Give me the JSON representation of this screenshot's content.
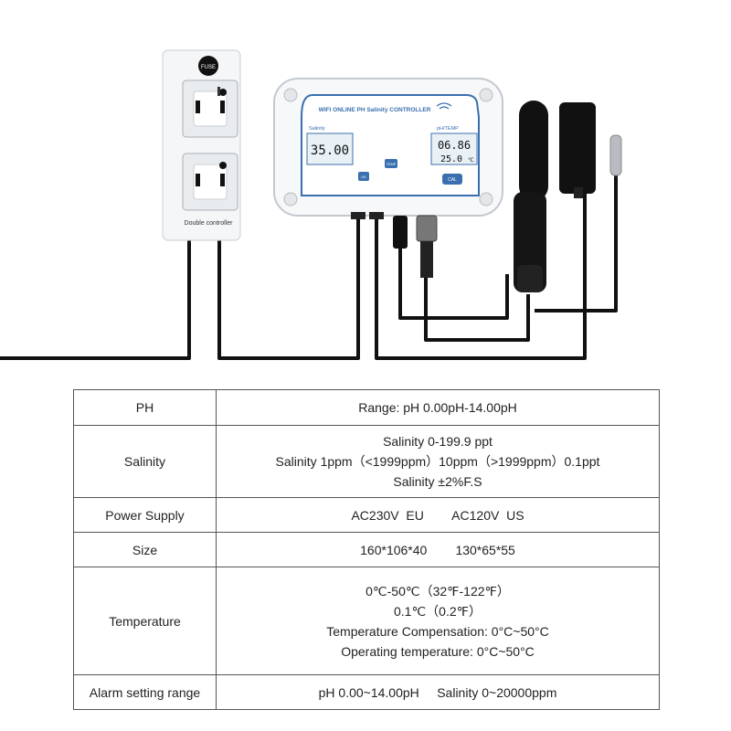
{
  "device": {
    "socket_box_label": "Double controller",
    "fuse_label": "FUSE",
    "panel_title": "WIFI ONLINE PH Salinity CONTROLLER",
    "left_screen_label": "Salinity",
    "left_screen_value": "35.00",
    "right_screen_label": "pH/TEMP",
    "right_screen_ph": "06.86",
    "right_screen_temp": "25.0",
    "temp_unit": "℃",
    "btn_ok": "OK",
    "btn_temp": "TEMP",
    "btn_cal": "CAL"
  },
  "specs": [
    {
      "label": "PH",
      "lines": [
        "Range: pH  0.00pH-14.00pH"
      ]
    },
    {
      "label": "Salinity",
      "lines": [
        "Salinity  0-199.9 ppt",
        "Salinity  1ppm（<1999ppm）10ppm（>1999ppm）0.1ppt",
        "Salinity  ±2%F.S"
      ]
    },
    {
      "label": "Power Supply",
      "lines": [
        "AC230V  EU        AC120V  US"
      ]
    },
    {
      "label": "Size",
      "lines": [
        "160*106*40        130*65*55"
      ]
    },
    {
      "label": "Temperature",
      "lines": [
        "0℃-50℃（32℉-122℉）",
        "0.1℃（0.2℉）",
        "Temperature Compensation: 0°C~50°C",
        "Operating temperature: 0°C~50°C"
      ]
    },
    {
      "label": "Alarm setting range",
      "lines": [
        "pH 0.00~14.00pH     Salinity 0~20000ppm"
      ]
    }
  ]
}
